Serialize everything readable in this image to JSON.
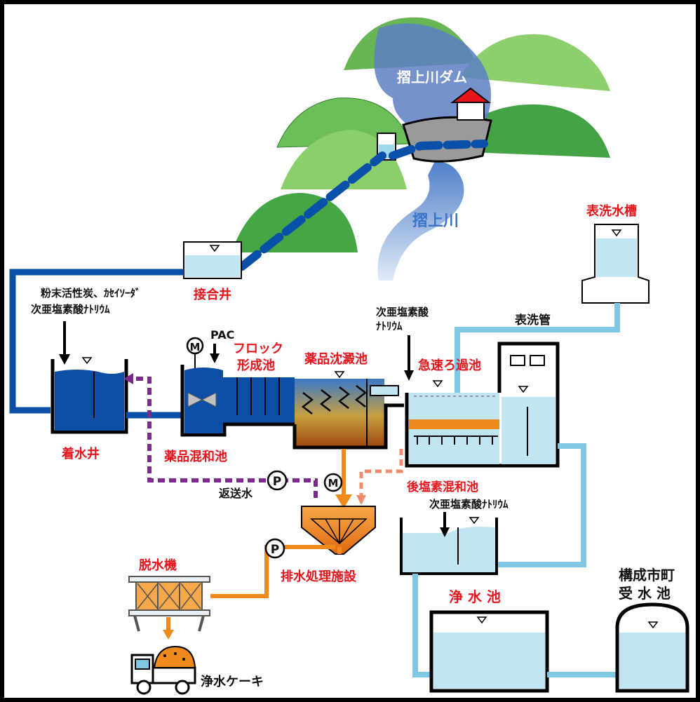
{
  "colors": {
    "label_red": "#e8141b",
    "pipe_dark_blue": "#0a50a8",
    "pipe_light_blue": "#7ec8e3",
    "water_light": "#bfe6f2",
    "water_dark": "#0d4fa5",
    "mountain_green": "#4caf4c",
    "sludge_orange": "#f08a1c",
    "return_purple": "#7a2a8a",
    "salmon_dash": "#f08a6a"
  },
  "labels": {
    "dam": "摺上川ダム",
    "river": "摺上川",
    "junction_well": "接合井",
    "surge_tank": "表洗水槽",
    "wash_pipe": "表洗管",
    "chem1_line1": "粉末活性炭、ｶｾｲｿｰﾀﾞ",
    "chem1_line2": "次亜塩素酸ﾅﾄﾘｳﾑ",
    "chem2_line1": "次亜塩素酸",
    "chem2_line2": "ﾅﾄﾘｳﾑ",
    "pac": "PAC",
    "floc1": "フロック",
    "floc2": "形成池",
    "sedimentation": "薬品沈澱池",
    "rapid_filter": "急速ろ過池",
    "receiving_well": "着水井",
    "mixing_basin": "薬品混和池",
    "return_water": "返送水",
    "post_chlorine": "後塩素混和池",
    "chem3": "次亜塩素酸ﾅﾄﾘｳﾑ",
    "dewatering": "脱水機",
    "drainage": "排水処理施設",
    "clear_well": "浄 水 池",
    "city1": "構成市町",
    "city2": "受 水 池",
    "cake": "浄水ケーキ",
    "motor": "M",
    "pump": "P"
  }
}
